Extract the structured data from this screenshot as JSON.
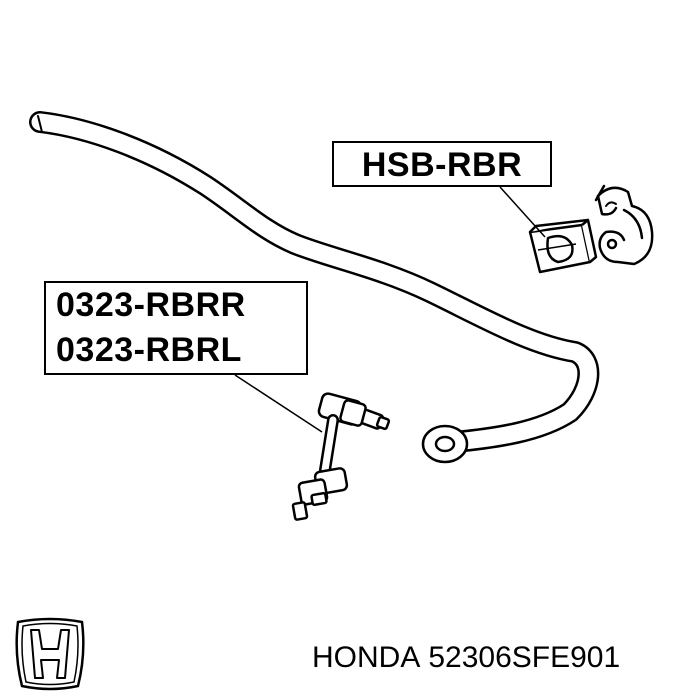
{
  "callouts": {
    "bushing_part": "HSB-RBR",
    "link_part_right": "0323-RBRR",
    "link_part_left": "0323-RBRL"
  },
  "footer": {
    "brand": "HONDA",
    "part_number": "52306SFE901"
  },
  "icons": {
    "logo": "honda-h-logo"
  },
  "colors": {
    "ink": "#000000",
    "background": "#ffffff"
  }
}
